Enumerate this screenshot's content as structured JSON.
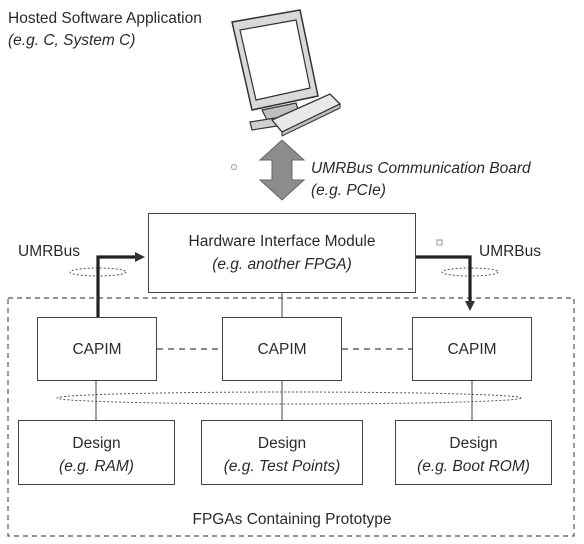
{
  "host": {
    "title": "Hosted Software Application",
    "subtitle": "(e.g. C, System C)"
  },
  "comm_board": {
    "title": "UMRBus Communication Board",
    "subtitle": "(e.g. PCIe)"
  },
  "him": {
    "title": "Hardware Interface Module",
    "subtitle": "(e.g.  another FPGA)"
  },
  "umrbus_left": "UMRBus",
  "umrbus_right": "UMRBus",
  "capims": [
    {
      "label": "CAPIM"
    },
    {
      "label": "CAPIM"
    },
    {
      "label": "CAPIM"
    }
  ],
  "designs": [
    {
      "title": "Design",
      "subtitle": "(e.g. RAM)"
    },
    {
      "title": "Design",
      "subtitle": "(e.g. Test Points)"
    },
    {
      "title": "Design",
      "subtitle": "(e.g. Boot ROM)"
    }
  ],
  "prototype_label": "FPGAs Containing Prototype",
  "colors": {
    "line": "#444444",
    "arrow_fill": "#8c8c8c",
    "monitor_screen": "#ffffff",
    "monitor_body": "#d9d9d9"
  }
}
